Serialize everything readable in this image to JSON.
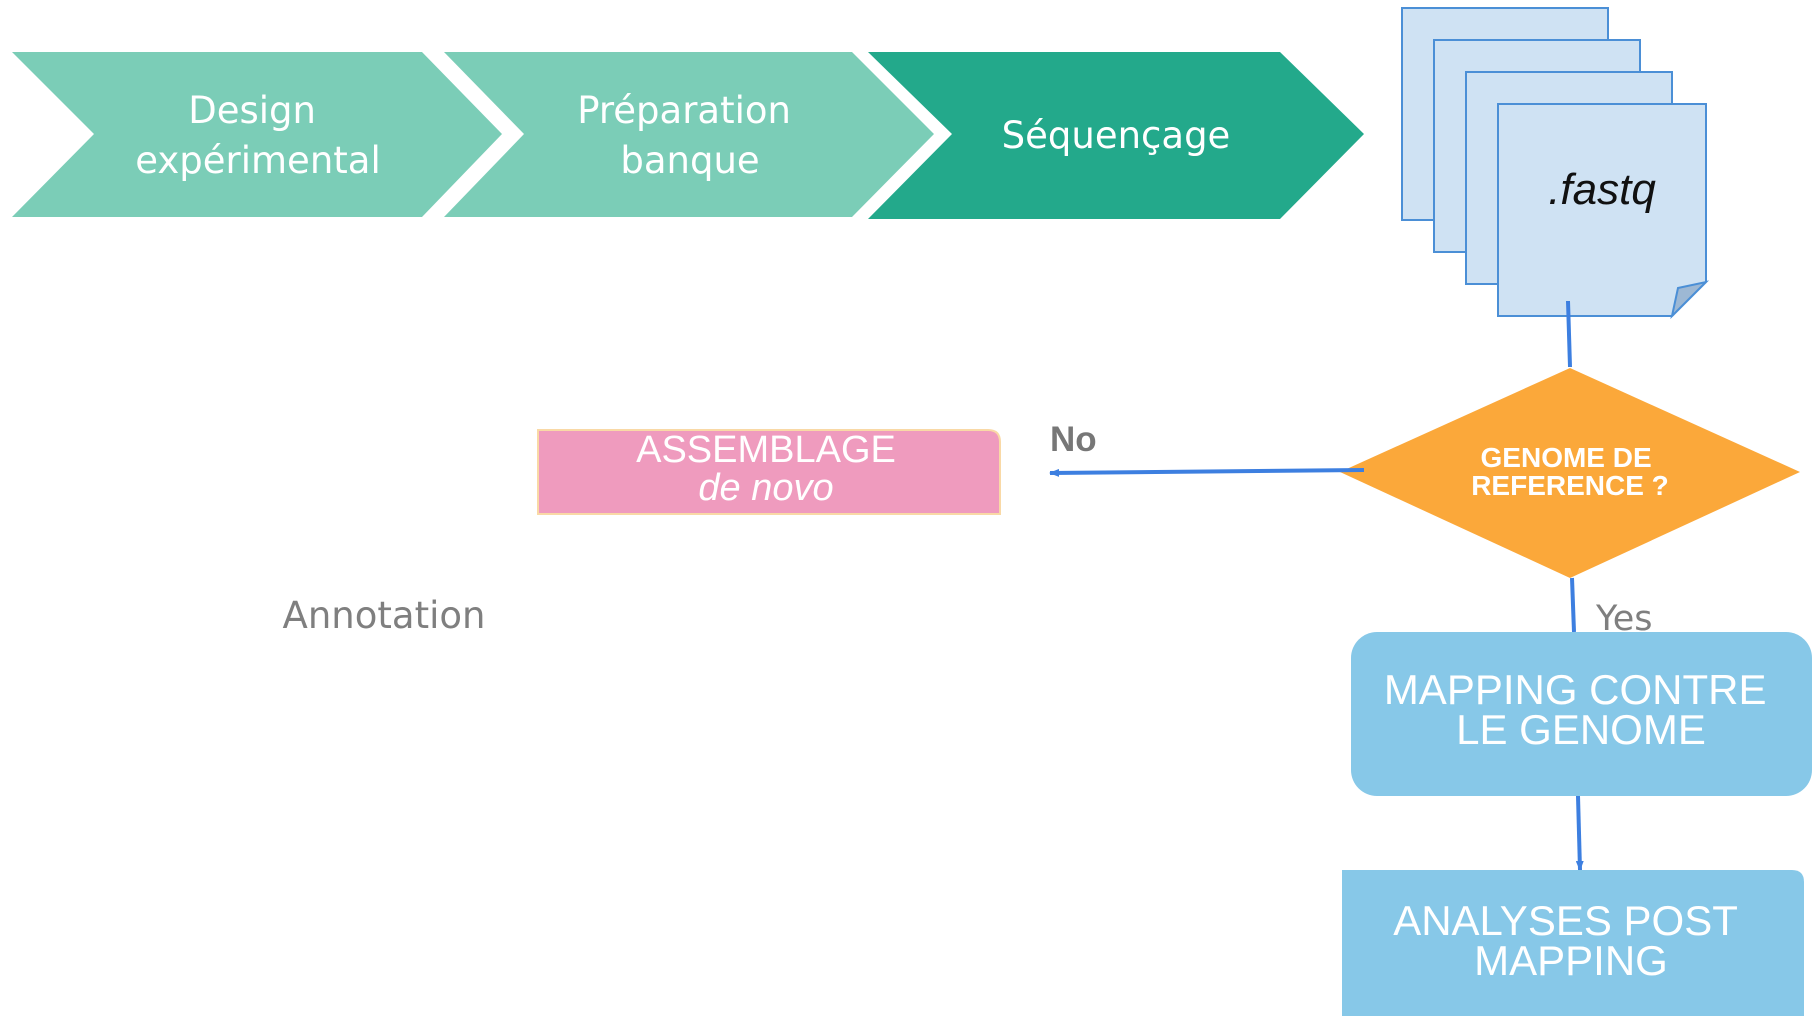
{
  "steps": [
    {
      "lines": [
        "Design",
        "expérimental"
      ],
      "color": "#7BCDB7"
    },
    {
      "lines": [
        "Préparation",
        "banque"
      ],
      "color": "#7BCDB7"
    },
    {
      "lines": [
        "Séquençage"
      ],
      "color": "#23A98B"
    }
  ],
  "file_stack": {
    "label": ".fastq",
    "color": "#CFE2F3",
    "border": "#4B8FD6"
  },
  "decision": {
    "lines": [
      "GENOME DE",
      "REFERENCE ?"
    ],
    "color": "#FBA83A"
  },
  "branch_no": "No",
  "branch_yes": "Yes",
  "assembly": {
    "line1": "ASSEMBLAGE",
    "line2": "de novo",
    "color": "#EF9BBE"
  },
  "annotation": "Annotation",
  "mapping": {
    "lines": [
      "MAPPING CONTRE",
      "LE GENOME"
    ],
    "color": "#87C8E8"
  },
  "post": {
    "lines": [
      "ANALYSES POST",
      "MAPPING"
    ],
    "color": "#87C8E8"
  },
  "arrow_color": "#3D7FE0"
}
